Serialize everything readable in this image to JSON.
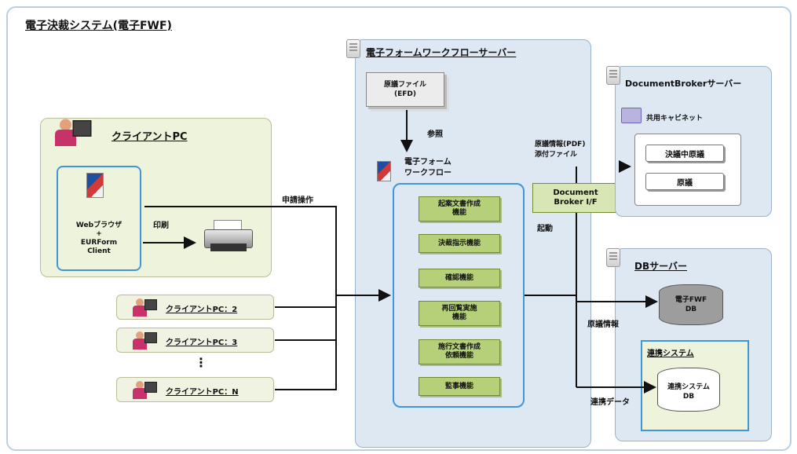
{
  "title": "電子決裁システム(電子FWF)",
  "wf_server": {
    "title": "電子フォームワークフローサーバー",
    "efd": "原議ファイル\n(EFD)",
    "ref": "参照",
    "wf_label": "電子フォーム\nワークフロー",
    "functions": [
      "起案文書作成\n機能",
      "決裁指示機能",
      "確認機能",
      "再回覧実施\n機能",
      "施行文書作成\n依頼機能",
      "監事機能"
    ]
  },
  "client_pc": {
    "title": "クライアントPC",
    "browser": "Webブラウザ\n+\nEURForm\nClient",
    "print": "印刷"
  },
  "clients": [
    "クライアントPC：2",
    "クライアントPC：3",
    "クライアントPC：N"
  ],
  "dots": "⋮",
  "labels": {
    "apply": "申請操作",
    "pdf": "原議情報(PDF)\n添付ファイル",
    "start": "起動",
    "genjo": "原議情報",
    "renkei_data": "連携データ"
  },
  "broker_if": "Document\nBroker I/F",
  "docbroker": {
    "title": "DocumentBrokerサーバー",
    "cabinet": "共用キャビネット",
    "items": [
      "決議中原議",
      "原議"
    ]
  },
  "db_server": {
    "title": "DBサーバー",
    "fwf_db": "電子FWF\nDB",
    "renkei_title": "連携システム",
    "renkei_db": "連携システム\nDB"
  }
}
